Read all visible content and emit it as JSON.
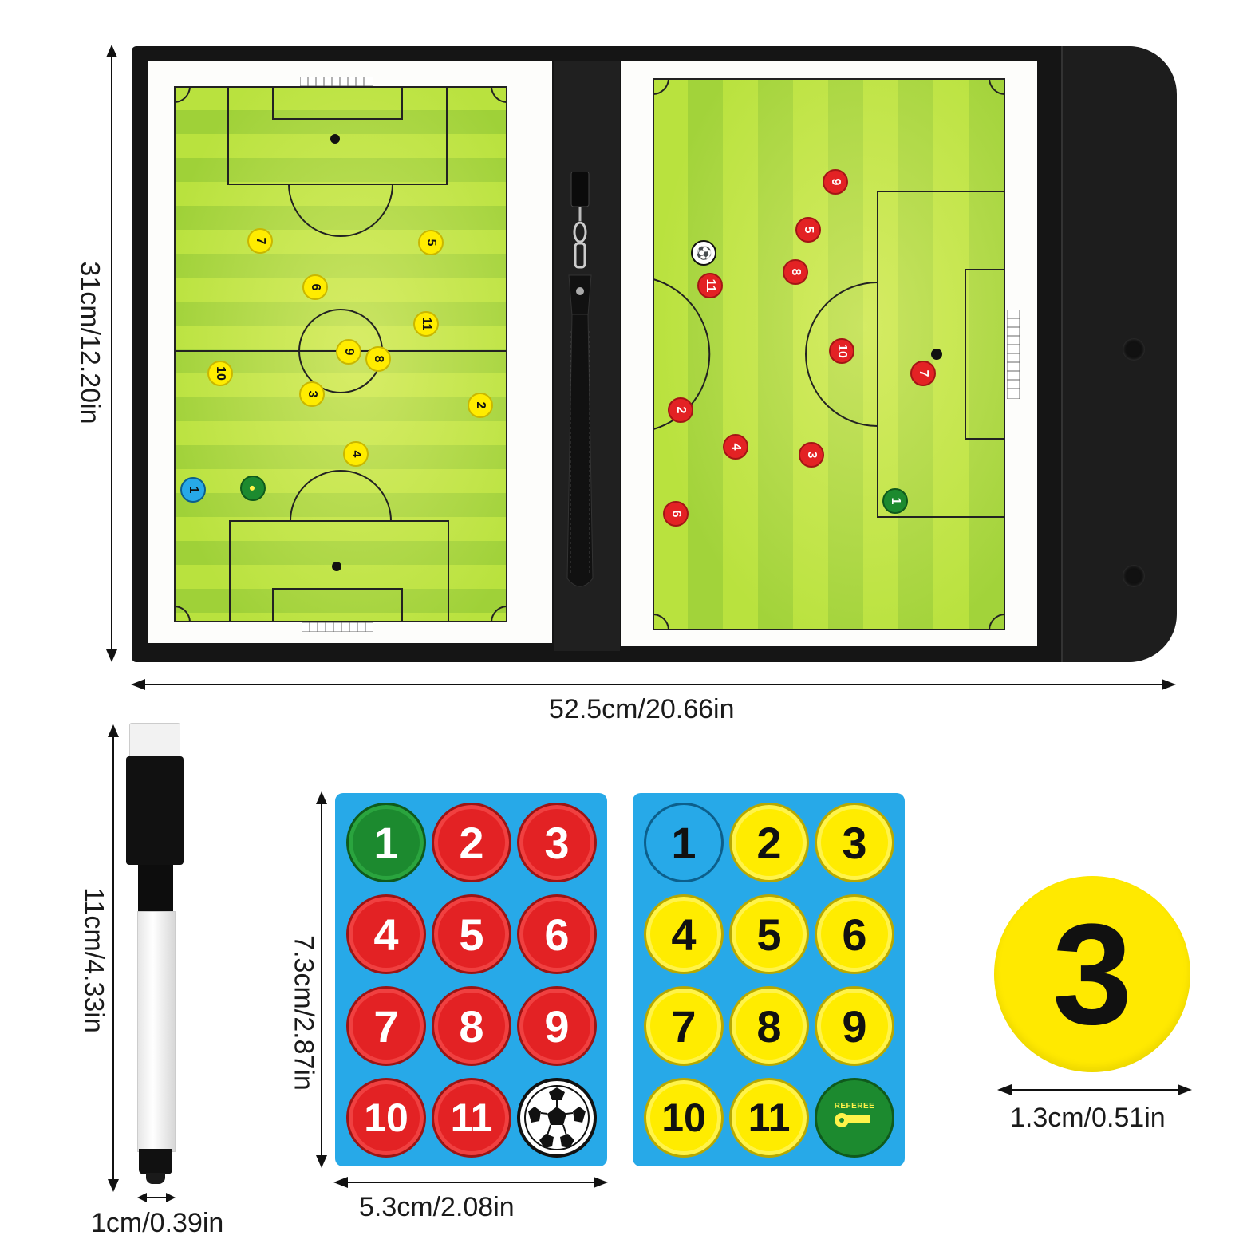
{
  "dimensions": {
    "board_height": "31cm/12.20in",
    "board_width": "52.5cm/20.66in",
    "pen_length": "11cm/4.33in",
    "pen_width": "1cm/0.39in",
    "sheet_height": "7.3cm/2.87in",
    "sheet_width": "5.3cm/2.08in",
    "magnet_diameter": "1.3cm/0.51in"
  },
  "colors": {
    "red_team": "#e32224",
    "yellow_team": "#ffec00",
    "goalkeeper_green": "#1c8a2f",
    "goalkeeper_blue": "#27a9e8",
    "sheet_blue": "#27a9e8",
    "pitch_green": "#b6e03c"
  },
  "red_sheet": {
    "magnets": [
      {
        "label": "1",
        "color": "green"
      },
      {
        "label": "2",
        "color": "red"
      },
      {
        "label": "3",
        "color": "red"
      },
      {
        "label": "4",
        "color": "red"
      },
      {
        "label": "5",
        "color": "red"
      },
      {
        "label": "6",
        "color": "red"
      },
      {
        "label": "7",
        "color": "red"
      },
      {
        "label": "8",
        "color": "red"
      },
      {
        "label": "9",
        "color": "red"
      },
      {
        "label": "10",
        "color": "red"
      },
      {
        "label": "11",
        "color": "red"
      },
      {
        "label": "",
        "color": "ball",
        "icon": "soccer-ball-icon"
      }
    ]
  },
  "yellow_sheet": {
    "magnets": [
      {
        "label": "1",
        "color": "blue"
      },
      {
        "label": "2",
        "color": "yellow"
      },
      {
        "label": "3",
        "color": "yellow"
      },
      {
        "label": "4",
        "color": "yellow"
      },
      {
        "label": "5",
        "color": "yellow"
      },
      {
        "label": "6",
        "color": "yellow"
      },
      {
        "label": "7",
        "color": "yellow"
      },
      {
        "label": "8",
        "color": "yellow"
      },
      {
        "label": "9",
        "color": "yellow"
      },
      {
        "label": "10",
        "color": "yellow"
      },
      {
        "label": "11",
        "color": "yellow"
      },
      {
        "label": "REFEREE",
        "color": "referee",
        "icon": "whistle-icon"
      }
    ]
  },
  "single_magnet": {
    "label": "3",
    "color": "yellow"
  },
  "board_left_discs": [
    {
      "label": "7",
      "team": "y"
    },
    {
      "label": "5",
      "team": "y"
    },
    {
      "label": "6",
      "team": "y"
    },
    {
      "label": "11",
      "team": "y"
    },
    {
      "label": "9",
      "team": "y"
    },
    {
      "label": "8",
      "team": "y"
    },
    {
      "label": "10",
      "team": "y"
    },
    {
      "label": "3",
      "team": "y"
    },
    {
      "label": "2",
      "team": "y"
    },
    {
      "label": "4",
      "team": "y"
    },
    {
      "label": "1",
      "team": "b"
    },
    {
      "label": "",
      "team": "g"
    }
  ],
  "board_right_discs": [
    {
      "label": "9",
      "team": "r"
    },
    {
      "label": "5",
      "team": "r"
    },
    {
      "label": "8",
      "team": "r"
    },
    {
      "label": "11",
      "team": "r"
    },
    {
      "label": "",
      "team": "ball"
    },
    {
      "label": "10",
      "team": "r"
    },
    {
      "label": "7",
      "team": "r"
    },
    {
      "label": "2",
      "team": "r"
    },
    {
      "label": "4",
      "team": "r"
    },
    {
      "label": "3",
      "team": "r"
    },
    {
      "label": "6",
      "team": "r"
    },
    {
      "label": "1",
      "team": "g"
    }
  ]
}
